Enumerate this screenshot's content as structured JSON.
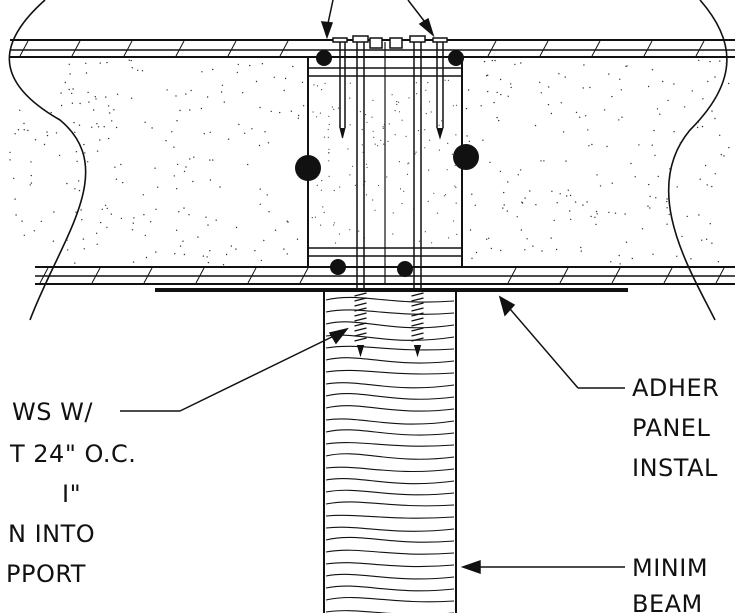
{
  "annotations": {
    "left_note": {
      "line1": "WS W/",
      "line2": "T 24\" O.C.",
      "line3": "I\"",
      "line4": "N INTO",
      "line5": "PPORT"
    },
    "right_note_top": {
      "line1": "ADHER",
      "line2": "PANEL",
      "line3": "INSTAL"
    },
    "right_note_bottom": {
      "line1": "MINIM",
      "line2": "BEAM"
    }
  },
  "colors": {
    "line": "#111111",
    "background": "#ffffff"
  }
}
